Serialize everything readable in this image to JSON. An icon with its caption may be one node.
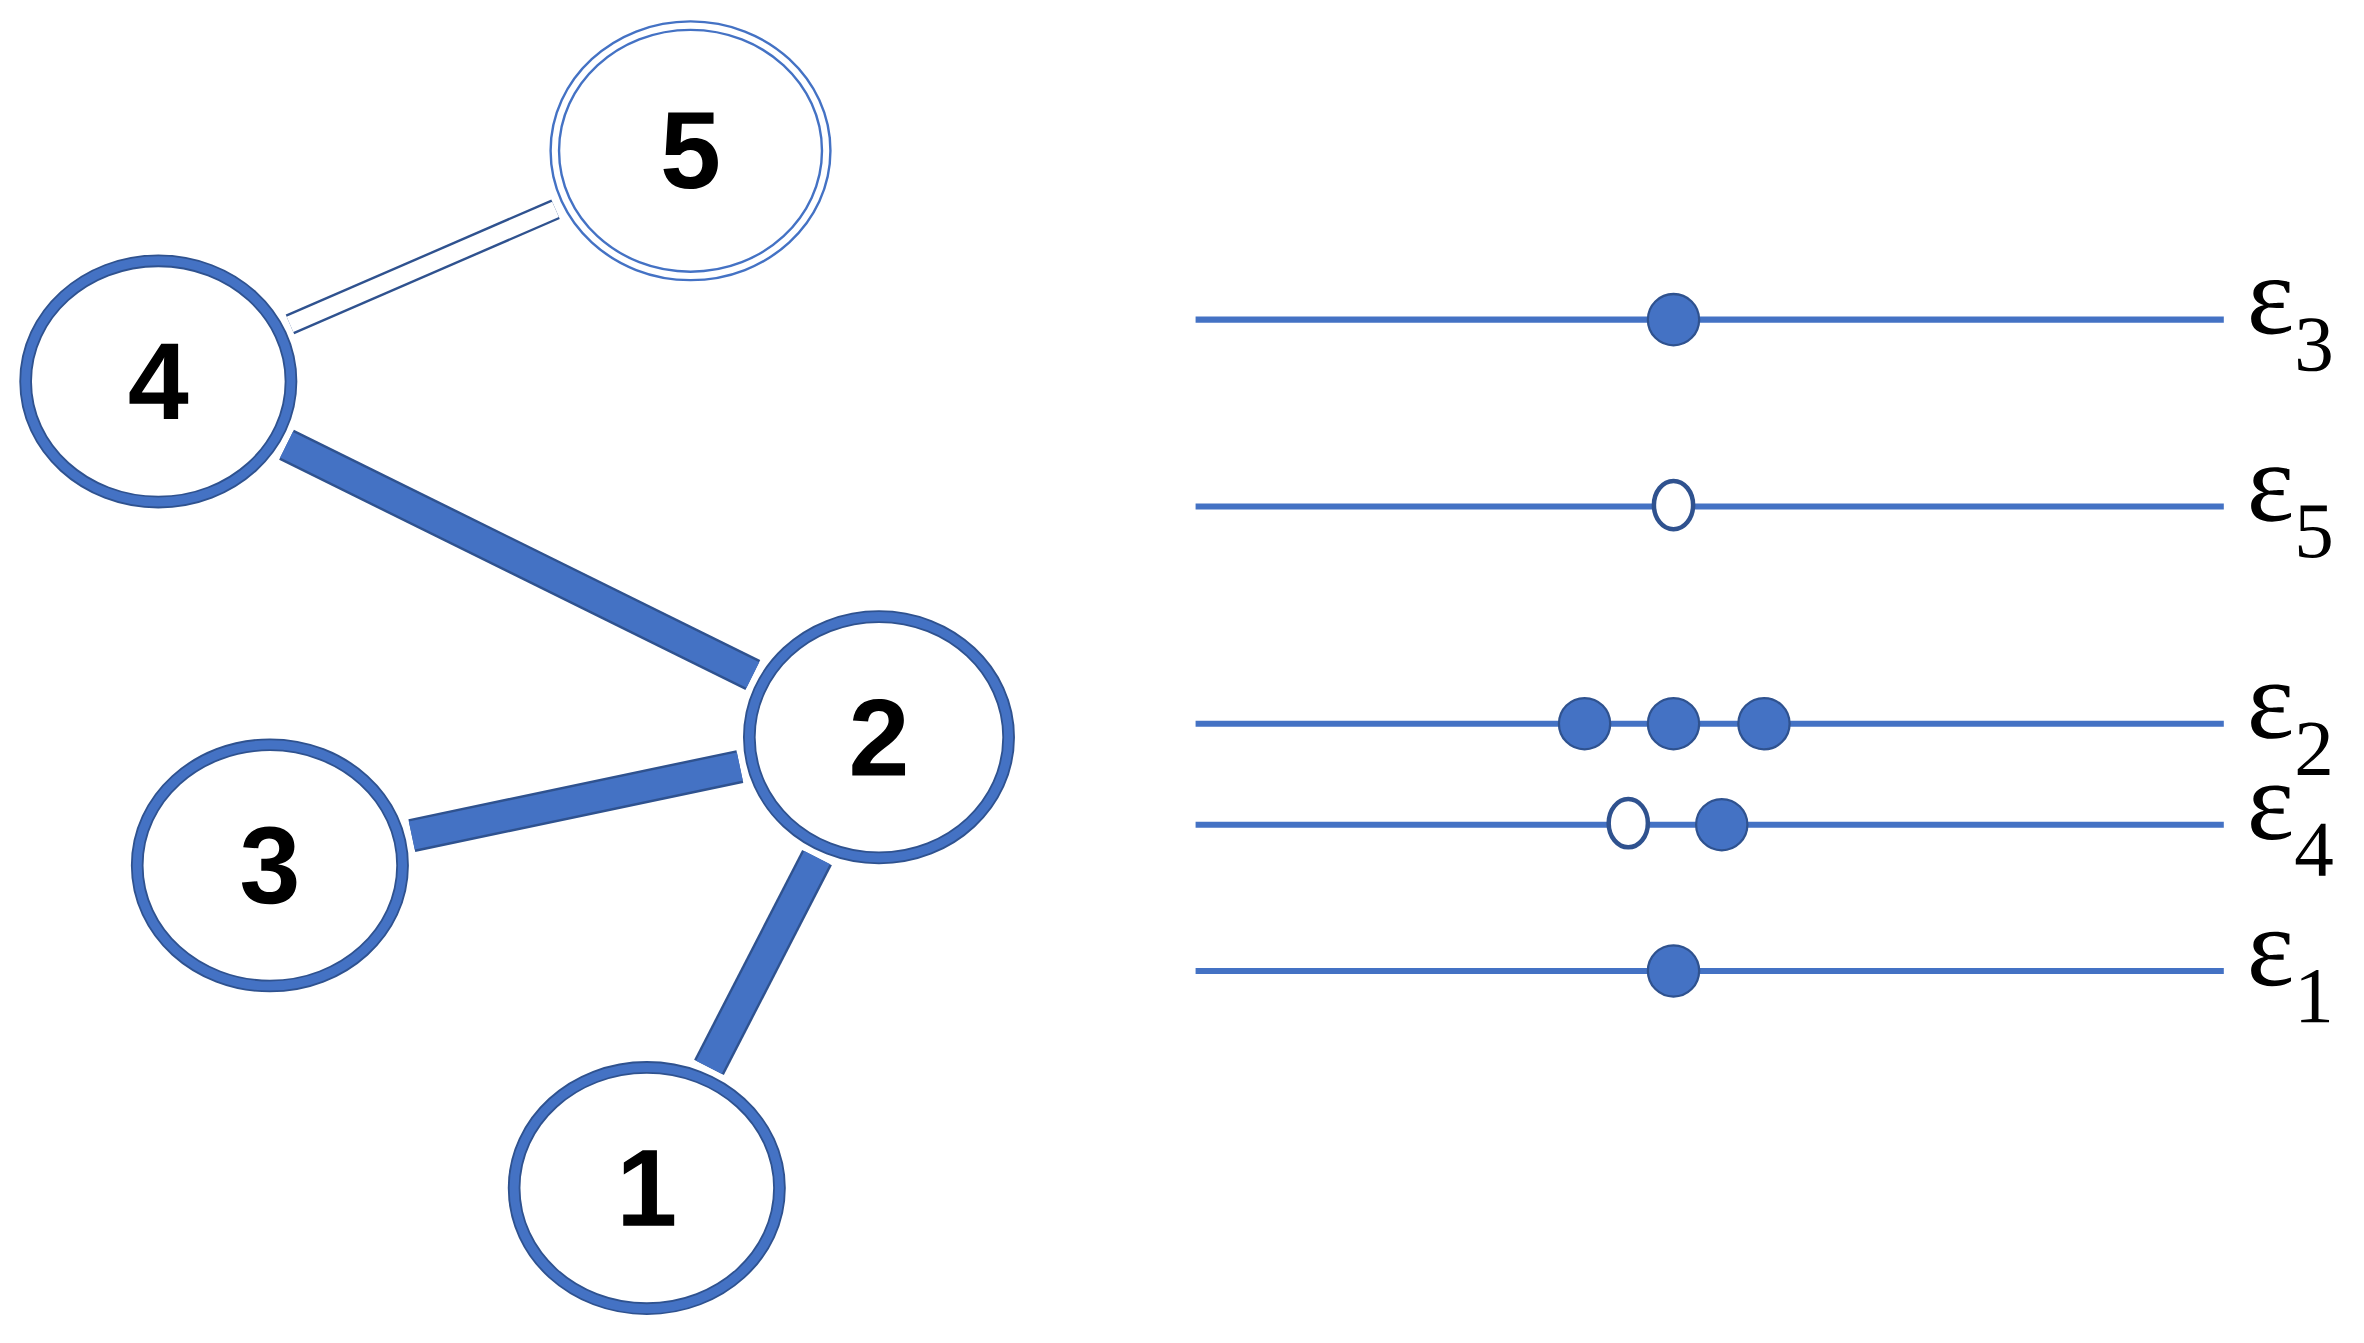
{
  "diagram": {
    "nodes": [
      {
        "text": [
          "4"
        ]
      },
      {
        "text": [
          "5"
        ]
      },
      {
        "text": [
          "2"
        ]
      },
      {
        "text": [
          "3"
        ]
      },
      {
        "text": [
          "1"
        ]
      }
    ],
    "edges": [
      {
        "from": 0,
        "to": 1,
        "arrow": "none"
      },
      {
        "from": 0,
        "to": 2,
        "arrow": "none"
      },
      {
        "from": 3,
        "to": 2,
        "arrow": "none"
      },
      {
        "from": 4,
        "to": 2,
        "arrow": "none"
      }
    ],
    "labels": [
      "ε$_{3}$",
      "ε$_{5}$",
      "ε$_{2}$",
      "ε$_{4}$",
      "ε$_{1}$"
    ]
  }
}
